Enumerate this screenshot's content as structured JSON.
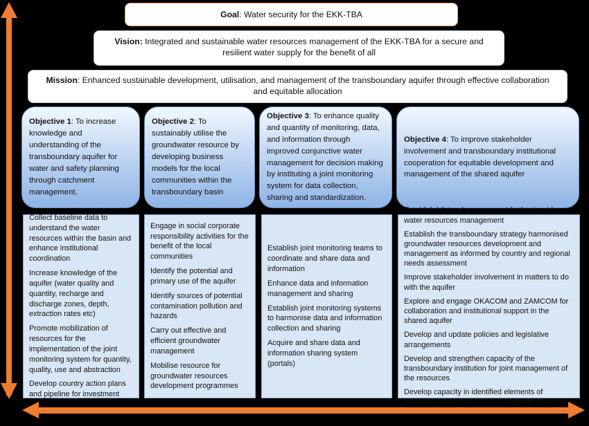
{
  "goal": {
    "label": "Goal",
    "text": ": Water security for the EKK-TBA"
  },
  "vision": {
    "label": "Vision:",
    "text": " Integrated and sustainable water resources management of the EKK-TBA for a secure and resilient water supply for the benefit of all"
  },
  "mission": {
    "label": "Mission",
    "text": ": Enhanced sustainable development, utilisation, and management of the transboundary aquifer through effective collaboration and equitable allocation"
  },
  "objectives": [
    {
      "label": "Objective 1",
      "text": ": To increase knowledge and understanding of the transboundary aquifer for water and safety planning through catchment management."
    },
    {
      "label": "Objective 2",
      "text": ": To sustainably utilise the groundwater resource by developing business models for the local communities within the transboundary basin"
    },
    {
      "label": "Objective 3",
      "text": ": To enhance quality and quantity of monitoring, data, and information through improved conjunctive water management for decision making by instituting a joint monitoring system for data collection, sharing and standardization."
    },
    {
      "label": "Objective 4",
      "text": ": To improve stakeholder involvement and transboundary institutional cooperation for equitable development and management of the shared aquifer"
    }
  ],
  "activities": [
    [
      "Collect baseline data to understand the water resources within the basin and enhance institutional coordination",
      "Increase knowledge of the aquifer (water quality and quantity, recharge and discharge zones, depth, extraction rates etc)",
      "Promote mobilization of resources for the implementation of the joint monitoring system for quantity, quality, use and abstraction",
      "Develop country action plans and pipeline for investment"
    ],
    [
      "Engage in social corporate responsibility activities for the benefit of the local communities",
      "Identify the potential and primary use of the aquifer",
      "Identify sources of potential contamination pollution and hazards",
      "Carry out effective and efficient groundwater management",
      "Mobilise resource for groundwater resources development programmes"
    ],
    [
      "Establish joint monitoring teams to coordinate and share data and information",
      "Enhance data and information management and sharing",
      "Establish joint monitoring systems to harmonise data and information collection and sharing",
      "Acquire and share data and information sharing system (portals)"
    ],
    [
      "Establish bilateral arrangement for basin-wide water resources management",
      "Establish the transboundary strategy harmonised groundwater resources development and management as informed by country and regional needs assessment",
      "Improve stakeholder involvement in matters to do with the aquifer",
      "Explore and engage OKACOM and ZAMCOM for collaboration and institutional support in the shared aquifer",
      "Develop and update policies and legislative arrangements",
      "Develop and strengthen capacity of the transboundary institution for joint management of the resources",
      "Develop capacity in identified elements of integrated water resources management (IWRM)"
    ]
  ],
  "colors": {
    "arrow": "#ed7d31",
    "objective_fill": "#8fb4e6",
    "activity_fill": "#d9e6f5"
  }
}
